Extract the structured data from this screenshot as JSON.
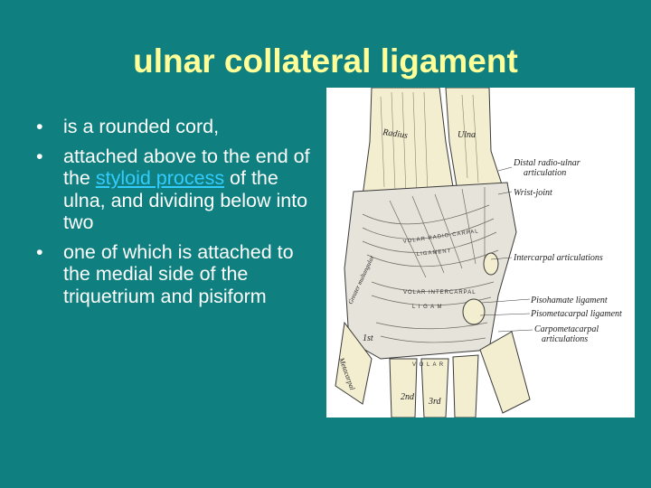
{
  "slide": {
    "title": "ulnar collateral ligament",
    "bullets": [
      {
        "text": "is a rounded cord,"
      },
      {
        "text_before": "attached above to the end of the ",
        "link": "styloid process",
        "text_after": " of the ulna, and dividing below into two"
      },
      {
        "text": "one of which is attached to the medial side of the triquetrium and pisiform"
      }
    ],
    "bullet_symbol": "•"
  },
  "figure": {
    "labels": {
      "radius": "Radius",
      "ulna": "Ulna",
      "distal_radio_ulnar_1": "Distal radio-ulnar",
      "distal_radio_ulnar_2": "articulation",
      "wrist_joint": "Wrist-joint",
      "intercarpal": "Intercarpal articulations",
      "pisohamate": "Pisohamate ligament",
      "pisometacarpal": "Pisometacarpal ligament",
      "carpometacarpal_1": "Carpometacarpal",
      "carpometacarpal_2": "articulations",
      "volar_radio_carpal": "VOLAR RADIO-CARPAL",
      "ligament": "LIGAMENT",
      "volar_intercarpal": "VOLAR INTERCARPAL",
      "ligam": "L I G A M",
      "volar_l": "V O L A R",
      "greater_multangular": "Greater multangular",
      "first": "1st",
      "metacarpal": "Metacarpal",
      "second": "2nd",
      "third": "3rd"
    },
    "colors": {
      "bone": "#f3eed0",
      "ligament": "#e6e3da",
      "line": "#3a3a3a"
    }
  }
}
